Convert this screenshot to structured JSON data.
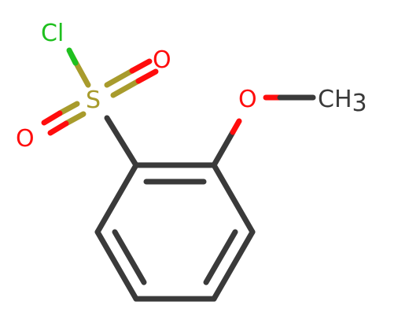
{
  "molecule": {
    "atoms": {
      "chlorine": {
        "label": "Cl",
        "color": "#1fc01f"
      },
      "sulfur": {
        "label": "S",
        "color": "#a89b2c"
      },
      "oxygen_top": {
        "label": "O",
        "color": "#ff0d0d"
      },
      "oxygen_left": {
        "label": "O",
        "color": "#ff0d0d"
      },
      "oxygen_methoxy": {
        "label": "O",
        "color": "#ff0d0d"
      },
      "methyl": {
        "label": "CH",
        "subscript": "3",
        "color": "#3a3a3a"
      }
    },
    "bond_color": "#3a3a3a"
  }
}
